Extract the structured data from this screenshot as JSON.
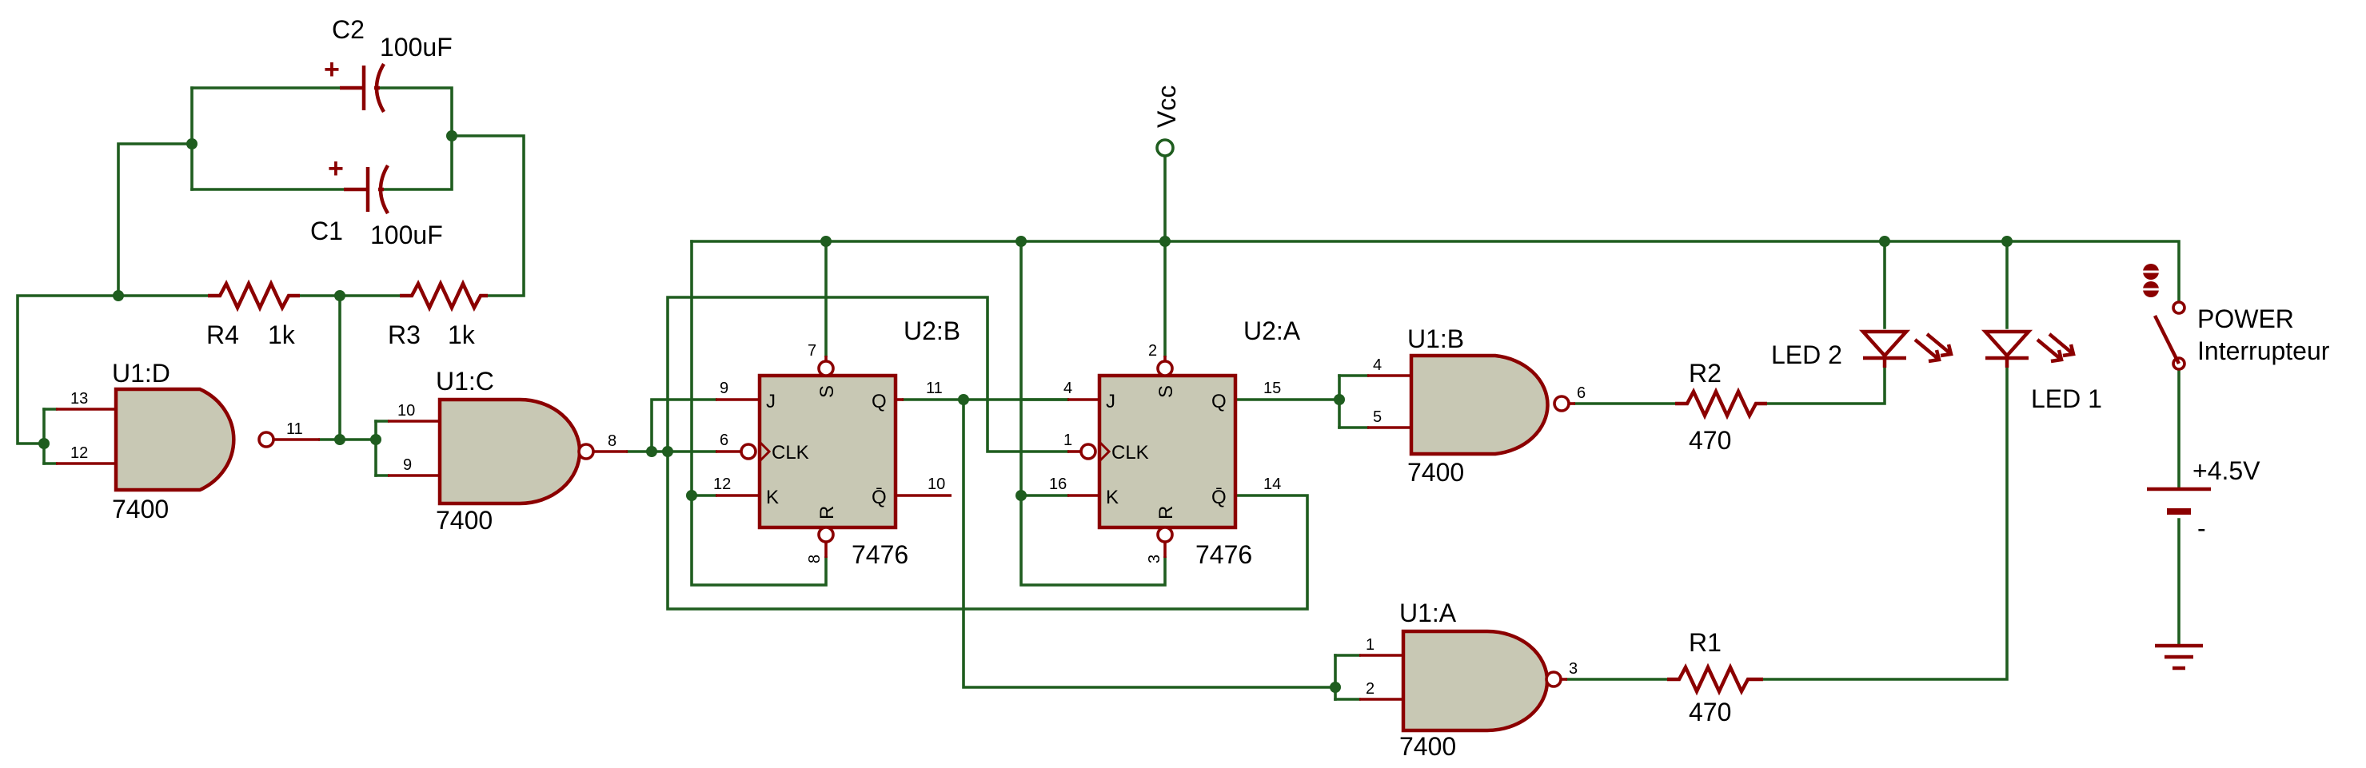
{
  "capacitors": [
    {
      "ref": "C2",
      "value": "100uF"
    },
    {
      "ref": "C1",
      "value": "100uF"
    }
  ],
  "resistors": [
    {
      "ref": "R4",
      "value": "1k"
    },
    {
      "ref": "R3",
      "value": "1k"
    },
    {
      "ref": "R2",
      "value": "470"
    },
    {
      "ref": "R1",
      "value": "470"
    }
  ],
  "gates": [
    {
      "ref": "U1:D",
      "part": "7400",
      "in_a": "13",
      "in_b": "12",
      "out": "11"
    },
    {
      "ref": "U1:C",
      "part": "7400",
      "in_a": "10",
      "in_b": "9",
      "out": "8"
    },
    {
      "ref": "U1:B",
      "part": "7400",
      "in_a": "4",
      "in_b": "5",
      "out": "6"
    },
    {
      "ref": "U1:A",
      "part": "7400",
      "in_a": "1",
      "in_b": "2",
      "out": "3"
    }
  ],
  "flipflops": [
    {
      "ref": "U2:B",
      "part": "7476",
      "j": "J",
      "k": "K",
      "s": "S",
      "r": "R",
      "q": "Q",
      "qbar": "Q̄",
      "clk": "CLK",
      "pin_j": "9",
      "pin_clk": "6",
      "pin_k": "12",
      "pin_s": "7",
      "pin_r": "8",
      "pin_q": "11",
      "pin_qbar": "10"
    },
    {
      "ref": "U2:A",
      "part": "7476",
      "j": "J",
      "k": "K",
      "s": "S",
      "r": "R",
      "q": "Q",
      "qbar": "Q̄",
      "clk": "CLK",
      "pin_j": "4",
      "pin_clk": "1",
      "pin_k": "16",
      "pin_s": "2",
      "pin_r": "3",
      "pin_q": "15",
      "pin_qbar": "14"
    }
  ],
  "leds": [
    {
      "ref": "LED 2"
    },
    {
      "ref": "LED 1"
    }
  ],
  "power": {
    "vcc_label": "Vcc",
    "switch_label": "POWER",
    "switch_sublabel": "Interrupteur",
    "battery_voltage": "+4.5V",
    "battery_minus": "-",
    "cap_plus": "+"
  },
  "colors": {
    "wire": "#1f5d1f",
    "component": "#8b0000",
    "body_fill": "#c8c8b4"
  }
}
